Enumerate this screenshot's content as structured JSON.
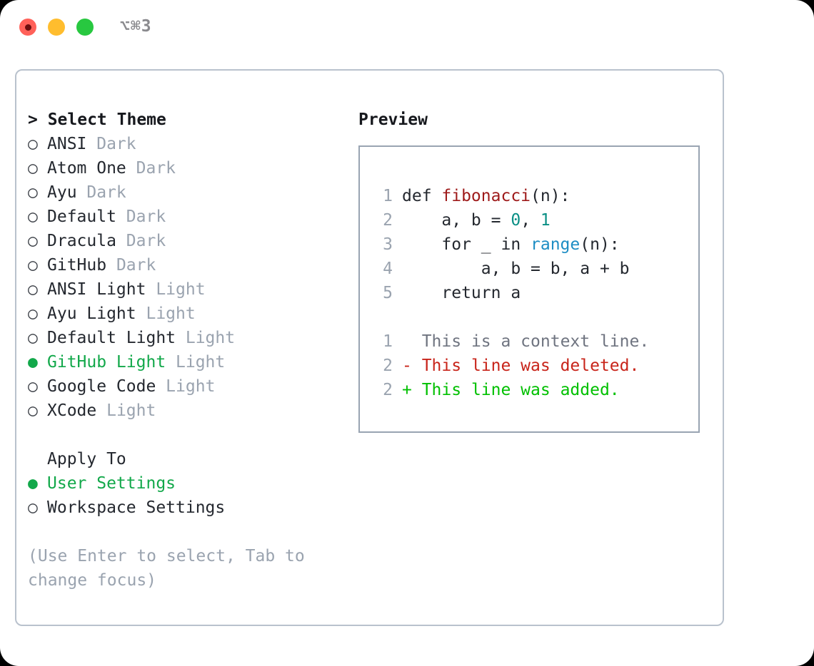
{
  "window": {
    "shortcut": "⌥⌘3",
    "traffic_lights": [
      {
        "name": "close-button",
        "color": "#ff6159"
      },
      {
        "name": "minimize-button",
        "color": "#ffbd2e"
      },
      {
        "name": "maximize-button",
        "color": "#28c840"
      }
    ]
  },
  "theme_picker": {
    "title": "> Select Theme",
    "selected_marker": "●",
    "unselected_marker": "○",
    "accent_color": "#12a84a",
    "items": [
      {
        "marker": "○",
        "label": "ANSI",
        "suffix": "Dark",
        "selected": false
      },
      {
        "marker": "○",
        "label": "Atom One",
        "suffix": "Dark",
        "selected": false
      },
      {
        "marker": "○",
        "label": "Ayu",
        "suffix": "Dark",
        "selected": false
      },
      {
        "marker": "○",
        "label": "Default",
        "suffix": "Dark",
        "selected": false
      },
      {
        "marker": "○",
        "label": "Dracula",
        "suffix": "Dark",
        "selected": false
      },
      {
        "marker": "○",
        "label": "GitHub",
        "suffix": "Dark",
        "selected": false
      },
      {
        "marker": "○",
        "label": "ANSI Light",
        "suffix": "Light",
        "selected": false
      },
      {
        "marker": "○",
        "label": "Ayu Light",
        "suffix": "Light",
        "selected": false
      },
      {
        "marker": "○",
        "label": "Default Light",
        "suffix": "Light",
        "selected": false
      },
      {
        "marker": "●",
        "label": "GitHub Light",
        "suffix": "Light",
        "selected": true
      },
      {
        "marker": "○",
        "label": "Google Code",
        "suffix": "Light",
        "selected": false
      },
      {
        "marker": "○",
        "label": "XCode",
        "suffix": "Light",
        "selected": false
      }
    ]
  },
  "apply_to": {
    "title": "Apply To",
    "items": [
      {
        "marker": "●",
        "label": "User Settings",
        "selected": true
      },
      {
        "marker": "○",
        "label": "Workspace Settings",
        "selected": false
      }
    ]
  },
  "hint": "(Use Enter to select, Tab to change focus)",
  "preview": {
    "title": "Preview",
    "code_lines": [
      {
        "no": "1",
        "indent": "",
        "parts": [
          {
            "t": "def ",
            "c": "plain"
          },
          {
            "t": "fibonacci",
            "c": "fn"
          },
          {
            "t": "(n):",
            "c": "plain"
          }
        ]
      },
      {
        "no": "2",
        "indent": "    ",
        "parts": [
          {
            "t": "a, b = ",
            "c": "plain"
          },
          {
            "t": "0",
            "c": "num"
          },
          {
            "t": ", ",
            "c": "plain"
          },
          {
            "t": "1",
            "c": "num"
          }
        ]
      },
      {
        "no": "3",
        "indent": "    ",
        "parts": [
          {
            "t": "for _ in ",
            "c": "plain"
          },
          {
            "t": "range",
            "c": "blue"
          },
          {
            "t": "(n):",
            "c": "plain"
          }
        ]
      },
      {
        "no": "4",
        "indent": "        ",
        "parts": [
          {
            "t": "a, b = b, a + b",
            "c": "plain"
          }
        ]
      },
      {
        "no": "5",
        "indent": "    ",
        "parts": [
          {
            "t": "return a",
            "c": "plain"
          }
        ]
      }
    ],
    "diff_lines": [
      {
        "no": "1",
        "sign": "  ",
        "text": "This is a context line.",
        "kind": "ctx"
      },
      {
        "no": "2",
        "sign": "- ",
        "text": "This line was deleted.",
        "kind": "del"
      },
      {
        "no": "2",
        "sign": "+ ",
        "text": "This line was added.",
        "kind": "add"
      }
    ]
  },
  "colors": {
    "accent_green": "#12a84a",
    "diff_add": "#00c000",
    "diff_del": "#c8241a",
    "muted": "#9aa3af",
    "fn_red": "#9e1a1a",
    "num_teal": "#0a8f85",
    "blue": "#1d8dc4",
    "panel_border": "#b9c2cd",
    "preview_border": "#99a4b2"
  }
}
